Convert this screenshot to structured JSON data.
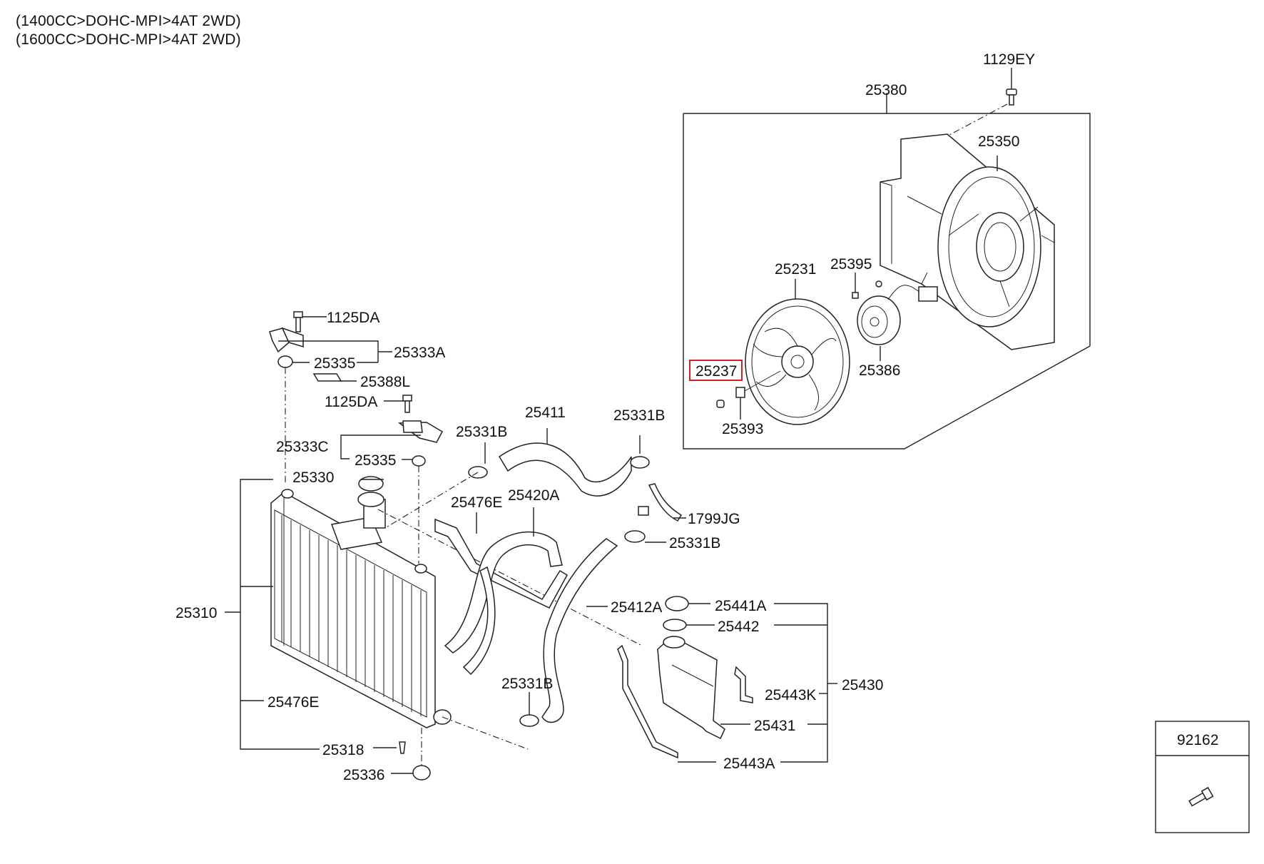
{
  "header": {
    "line1": "(1400CC>DOHC-MPI>4AT 2WD)",
    "line2": "(1600CC>DOHC-MPI>4AT 2WD)"
  },
  "highlight_color": "#d22020",
  "callouts": [
    {
      "id": "1129EY",
      "label": "1129EY"
    },
    {
      "id": "25380",
      "label": "25380"
    },
    {
      "id": "25350",
      "label": "25350"
    },
    {
      "id": "25231",
      "label": "25231"
    },
    {
      "id": "25395",
      "label": "25395"
    },
    {
      "id": "25237",
      "label": "25237",
      "highlighted": true
    },
    {
      "id": "25386",
      "label": "25386"
    },
    {
      "id": "25393",
      "label": "25393"
    },
    {
      "id": "1125DA_top",
      "label": "1125DA"
    },
    {
      "id": "25333A",
      "label": "25333A"
    },
    {
      "id": "25335_top",
      "label": "25335"
    },
    {
      "id": "25388L",
      "label": "25388L"
    },
    {
      "id": "1125DA_mid",
      "label": "1125DA"
    },
    {
      "id": "25333C",
      "label": "25333C"
    },
    {
      "id": "25335_mid",
      "label": "25335"
    },
    {
      "id": "25331B_a",
      "label": "25331B"
    },
    {
      "id": "25411",
      "label": "25411"
    },
    {
      "id": "25331B_b",
      "label": "25331B"
    },
    {
      "id": "25330",
      "label": "25330"
    },
    {
      "id": "25476E_top",
      "label": "25476E"
    },
    {
      "id": "25420A",
      "label": "25420A"
    },
    {
      "id": "1799JG",
      "label": "1799JG"
    },
    {
      "id": "25331B_c",
      "label": "25331B"
    },
    {
      "id": "25310",
      "label": "25310"
    },
    {
      "id": "25412A",
      "label": "25412A"
    },
    {
      "id": "25441A",
      "label": "25441A"
    },
    {
      "id": "25442",
      "label": "25442"
    },
    {
      "id": "25430",
      "label": "25430"
    },
    {
      "id": "25443K",
      "label": "25443K"
    },
    {
      "id": "25331B_d",
      "label": "25331B"
    },
    {
      "id": "25476E_bot",
      "label": "25476E"
    },
    {
      "id": "25431",
      "label": "25431"
    },
    {
      "id": "25318",
      "label": "25318"
    },
    {
      "id": "25443A",
      "label": "25443A"
    },
    {
      "id": "25336",
      "label": "25336"
    },
    {
      "id": "92162",
      "label": "92162"
    }
  ]
}
